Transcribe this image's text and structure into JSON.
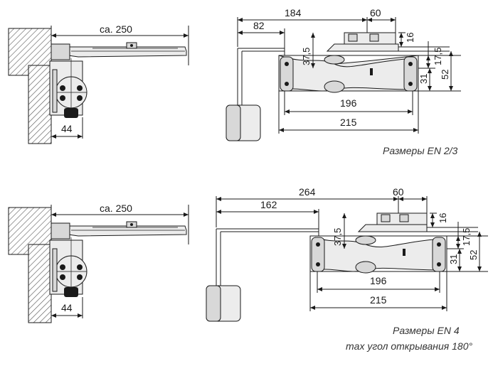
{
  "top": {
    "side": {
      "arm_length": "ca. 250",
      "offset": "44"
    },
    "front": {
      "d184": "184",
      "d60": "60",
      "d82": "82",
      "d37_5": "37,5",
      "d16": "16",
      "d17_5": "17,5",
      "d31": "31",
      "d52": "52",
      "d196": "196",
      "d215": "215"
    },
    "caption": "Размеры EN 2/3"
  },
  "bottom": {
    "side": {
      "arm_length": "ca. 250",
      "offset": "44"
    },
    "front": {
      "d264": "264",
      "d60": "60",
      "d162": "162",
      "d37_5": "37,5",
      "d16": "16",
      "d17_5": "17,5",
      "d31": "31",
      "d52": "52",
      "d196": "196",
      "d215": "215"
    },
    "caption_line1": "Размеры EN 4",
    "caption_line2": "max угол открывания 180°"
  }
}
